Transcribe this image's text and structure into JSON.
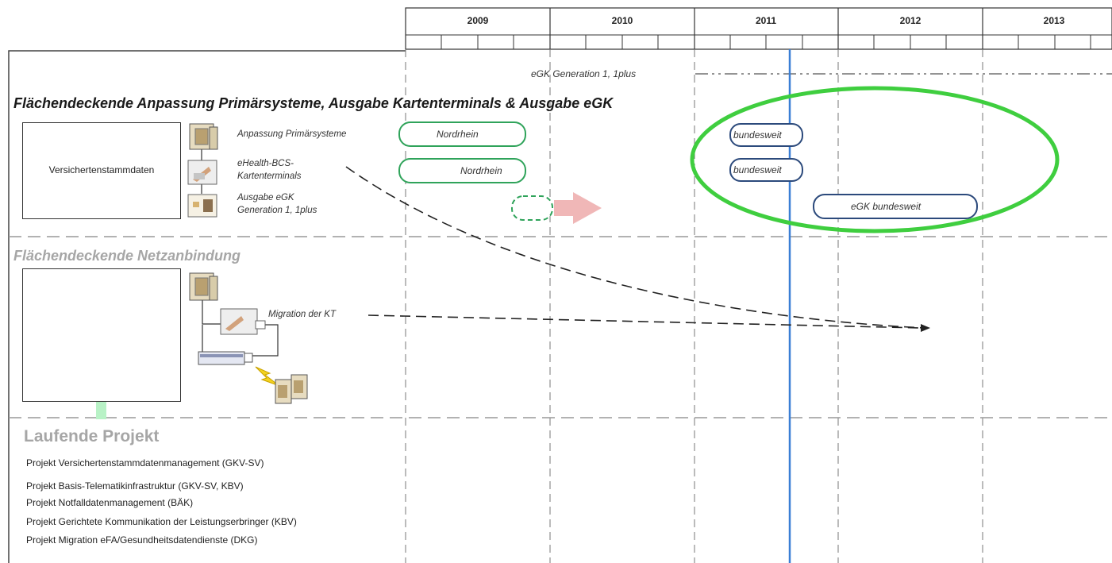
{
  "timeline": {
    "years": [
      "2009",
      "2010",
      "2011",
      "2012",
      "2013"
    ]
  },
  "milestone_line_label": "eGK Generation 1, 1plus",
  "section1": {
    "title": "Flächendeckende Anpassung Primärsysteme, Ausgabe Kartenterminals & Ausgabe eGK",
    "box_label": "Versichertenstammdaten",
    "items": [
      {
        "label": "Anpassung Primärsysteme"
      },
      {
        "label_line1": "eHealth-BCS-",
        "label_line2": "Kartenterminals"
      },
      {
        "label_line1": "Ausgabe eGK",
        "label_line2": "Generation 1, 1plus"
      }
    ],
    "pills": {
      "nordrhein_1": "Nordrhein",
      "nordrhein_2": "Nordrhein",
      "bundesweit_1": "bundesweit",
      "bundesweit_2": "bundesweit",
      "egk_bundesweit": "eGK bundesweit"
    }
  },
  "section2": {
    "title": "Flächendeckende Netzanbindung",
    "migration_label": "Migration der KT"
  },
  "section3": {
    "title": "Laufende Projekt",
    "projects": [
      "Projekt Versichertenstammdatenmanagement (GKV-SV)",
      "Projekt Basis-Telematikinfrastruktur (GKV-SV, KBV)",
      "Projekt Notfalldatenmanagement (BÄK)",
      "Projekt Gerichtete Kommunikation der Leistungserbringer (KBV)",
      "Projekt Migration eFA/Gesundheitsdatendienste (DKG)"
    ]
  },
  "colors": {
    "green": "#3fce3f",
    "green_pill": "#2fa35a",
    "navy_pill": "#2c4a7c",
    "blue_line": "#3a7fd5",
    "pink_arrow": "#f0b7b7",
    "light_green_arrow": "#b8f2c6",
    "dash_gray": "#999999"
  }
}
